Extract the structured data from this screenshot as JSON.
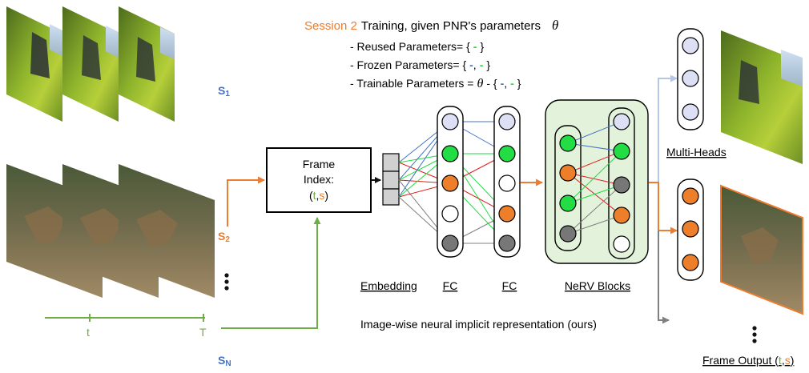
{
  "session": {
    "label": "Session 2",
    "text": "Training, given PNR's parameters",
    "theta": "θ",
    "reused": "- Reused Parameters= {",
    "frozen": "- Frozen Parameters= {",
    "trainable_a": "- Trainable Parameters =",
    "trainable_b": "- {",
    "dash": "-",
    "comma": ",",
    "close": "}"
  },
  "sessions": {
    "s1": "S",
    "s1_sub": "1",
    "s2": "S",
    "s2_sub": "2",
    "sn": "S",
    "sn_sub": "N"
  },
  "timeline": {
    "t": "t",
    "T": "T"
  },
  "frame_index": {
    "line1": "Frame",
    "line2": "Index:",
    "open": "(",
    "t": "t",
    "sep": ",",
    "s": "s",
    "close": ")"
  },
  "labels": {
    "embedding": "Embedding",
    "fc1": "FC",
    "fc2": "FC",
    "nerv": "NeRV Blocks",
    "multi_heads": "Multi-Heads",
    "caption": "Image-wise neural implicit representation (ours)",
    "frame_output": "Frame Output (",
    "fo_t": "t",
    "fo_sep": ",",
    "fo_s": "s",
    "fo_close": ")"
  },
  "colors": {
    "orange": "#ed7d31",
    "green": "#70ad47",
    "blue": "#4472c4",
    "node_lavender": "#dde0f5",
    "node_green": "#22dd44",
    "node_orange": "#ee7f2a",
    "node_gray": "#777777",
    "nerv_bg": "#e3f2da"
  }
}
